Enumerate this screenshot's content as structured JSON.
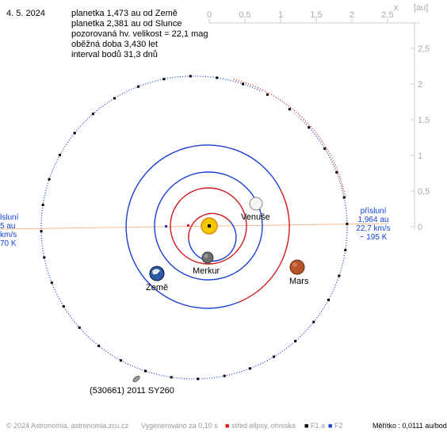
{
  "date": "4. 5. 2024",
  "info_lines": [
    "planetka 1,473 au od Země",
    "planetka 2,381 au od Slunce",
    "pozorovaná hv. velikost = 22,1 mag",
    "oběžná doba 3,430 let",
    "interval bodů 31,3 dnů"
  ],
  "axes": {
    "x_label": "x",
    "unit": "[au]",
    "x_ticks": [
      "0",
      "0,5",
      "1",
      "1,5",
      "2",
      "2,5"
    ],
    "y_ticks": [
      "2,5",
      "2",
      "1,5",
      "1",
      "0,5",
      "0"
    ]
  },
  "bodies": {
    "mercury": "Merkur",
    "venus": "Venuše",
    "earth": "Země",
    "mars": "Mars",
    "asteroid": "(530661) 2011 SY260"
  },
  "perihelion_right": [
    "přísluní",
    "1,964 au",
    "22,7 km/s",
    "~ 195 K"
  ],
  "perihelion_left": [
    "lsluní",
    "5 au",
    "km/s",
    "70 K"
  ],
  "footer": {
    "copyright": "© 2024 Astronomia, astronomia.zcu.cz",
    "generated": "Vygenerováno za 0,10 s",
    "legend_center": "střed elipsy, ohniska",
    "legend_f1": "F1 a",
    "legend_f2": "F2",
    "scale": "Měřítko : 0,0111 au/bod"
  },
  "colors": {
    "orbit_planet": "#1a3fd0",
    "orbit_red": "#d01818",
    "asteroid_orbit_blue": "#1a3fd0",
    "asteroid_orbit_red": "#cc2222",
    "apsis_line": "#f4b890",
    "axis": "#cccccc",
    "sun": "#f5c800"
  }
}
